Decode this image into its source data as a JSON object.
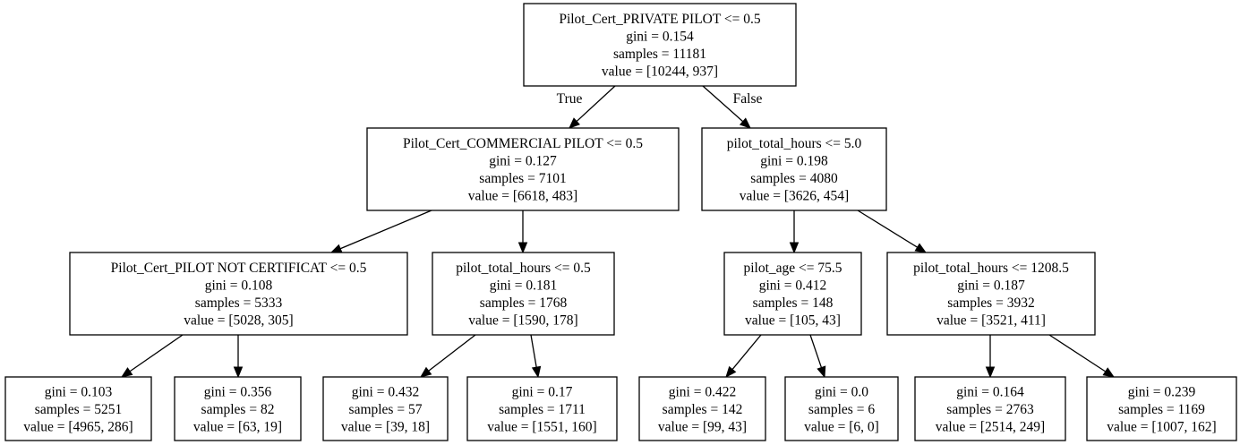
{
  "tree": {
    "edge_labels": {
      "true_label": "True",
      "false_label": "False"
    },
    "nodes": [
      {
        "id": "n0",
        "lines": [
          "Pilot_Cert_PRIVATE PILOT <= 0.5",
          "gini = 0.154",
          "samples = 11181",
          "value = [10244, 937]"
        ]
      },
      {
        "id": "n1",
        "lines": [
          "Pilot_Cert_COMMERCIAL PILOT <= 0.5",
          "gini = 0.127",
          "samples = 7101",
          "value = [6618, 483]"
        ]
      },
      {
        "id": "n2",
        "lines": [
          "pilot_total_hours <= 5.0",
          "gini = 0.198",
          "samples = 4080",
          "value = [3626, 454]"
        ]
      },
      {
        "id": "n3",
        "lines": [
          "Pilot_Cert_PILOT NOT CERTIFICAT <= 0.5",
          "gini = 0.108",
          "samples = 5333",
          "value = [5028, 305]"
        ]
      },
      {
        "id": "n4",
        "lines": [
          "pilot_total_hours <= 0.5",
          "gini = 0.181",
          "samples = 1768",
          "value = [1590, 178]"
        ]
      },
      {
        "id": "n5",
        "lines": [
          "pilot_age <= 75.5",
          "gini = 0.412",
          "samples = 148",
          "value = [105, 43]"
        ]
      },
      {
        "id": "n6",
        "lines": [
          "pilot_total_hours <= 1208.5",
          "gini = 0.187",
          "samples = 3932",
          "value = [3521, 411]"
        ]
      },
      {
        "id": "n7",
        "lines": [
          "gini = 0.103",
          "samples = 5251",
          "value = [4965, 286]"
        ]
      },
      {
        "id": "n8",
        "lines": [
          "gini = 0.356",
          "samples = 82",
          "value = [63, 19]"
        ]
      },
      {
        "id": "n9",
        "lines": [
          "gini = 0.432",
          "samples = 57",
          "value = [39, 18]"
        ]
      },
      {
        "id": "n10",
        "lines": [
          "gini = 0.17",
          "samples = 1711",
          "value = [1551, 160]"
        ]
      },
      {
        "id": "n11",
        "lines": [
          "gini = 0.422",
          "samples = 142",
          "value = [99, 43]"
        ]
      },
      {
        "id": "n12",
        "lines": [
          "gini = 0.0",
          "samples = 6",
          "value = [6, 0]"
        ]
      },
      {
        "id": "n13",
        "lines": [
          "gini = 0.164",
          "samples = 2763",
          "value = [2514, 249]"
        ]
      },
      {
        "id": "n14",
        "lines": [
          "gini = 0.239",
          "samples = 1169",
          "value = [1007, 162]"
        ]
      }
    ],
    "edges": [
      {
        "from": "n0",
        "to": "n1",
        "label": "true_label"
      },
      {
        "from": "n0",
        "to": "n2",
        "label": "false_label"
      },
      {
        "from": "n1",
        "to": "n3"
      },
      {
        "from": "n1",
        "to": "n4"
      },
      {
        "from": "n2",
        "to": "n5"
      },
      {
        "from": "n2",
        "to": "n6"
      },
      {
        "from": "n3",
        "to": "n7"
      },
      {
        "from": "n3",
        "to": "n8"
      },
      {
        "from": "n4",
        "to": "n9"
      },
      {
        "from": "n4",
        "to": "n10"
      },
      {
        "from": "n5",
        "to": "n11"
      },
      {
        "from": "n5",
        "to": "n12"
      },
      {
        "from": "n6",
        "to": "n13"
      },
      {
        "from": "n6",
        "to": "n14"
      }
    ]
  }
}
